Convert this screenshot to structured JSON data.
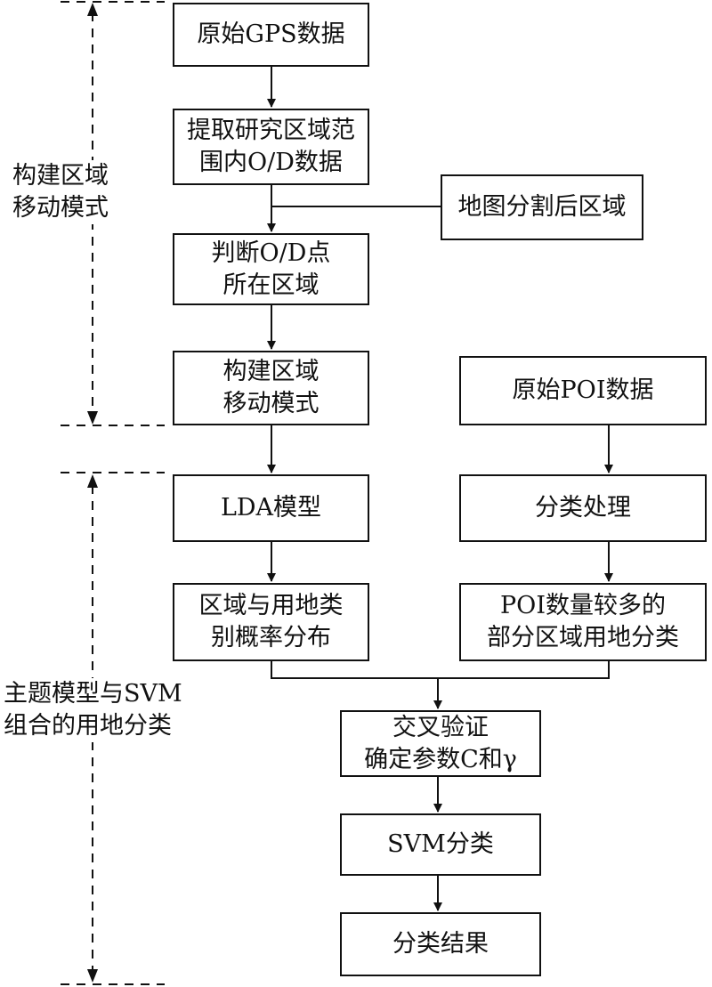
{
  "nodes": {
    "gps_raw": [
      "原始GPS数据"
    ],
    "extract_od": [
      "提取研究区域范",
      "围内O/D数据"
    ],
    "map_partition": [
      "地图分割后区域"
    ],
    "judge_od": [
      "判断O/D点",
      "所在区域"
    ],
    "build_mobility": [
      "构建区域",
      "移动模式"
    ],
    "poi_raw": [
      "原始POI数据"
    ],
    "lda_model": [
      "LDA模型"
    ],
    "classify": [
      "分类处理"
    ],
    "region_landuse_prob": [
      "区域与用地类",
      "别概率分布"
    ],
    "poi_landuse": [
      "POI数量较多的",
      "部分区域用地分类"
    ],
    "cross_validation": [
      "交叉验证",
      "确定参数C和γ"
    ],
    "svm_classify": [
      "SVM分类"
    ],
    "result": [
      "分类结果"
    ]
  },
  "stages": {
    "stage1": [
      "构建区域",
      "移动模式"
    ],
    "stage2": [
      "主题模型与SVM",
      "组合的用地分类"
    ]
  },
  "colors": {
    "line": "#111111",
    "background": "#ffffff"
  }
}
